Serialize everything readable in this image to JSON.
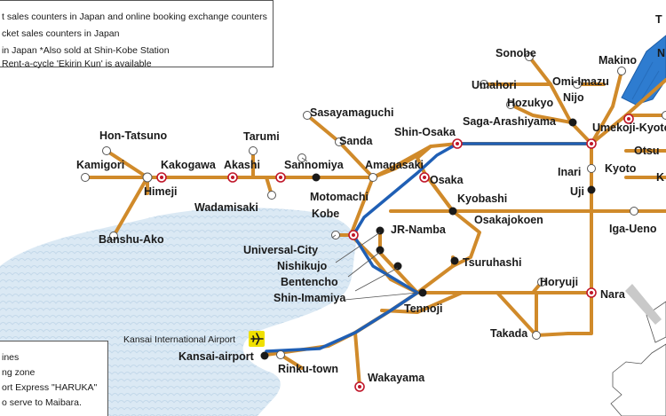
{
  "legend_top": {
    "line1": "t sales counters in Japan and online booking exchange counters",
    "line2": "cket sales counters in Japan",
    "line3": "in Japan  *Also sold at Shin-Kobe Station",
    "line4": "Rent-a-cycle 'Ekirin Kun' is available"
  },
  "legend_bottom": {
    "line1": "ines",
    "line2": "ng zone",
    "line3": "ort Express \"HARUKA\"",
    "line4": "o serve to Maibara."
  },
  "stations": {
    "hon_tatsuno": "Hon-Tatsuno",
    "kamigori": "Kamigori",
    "kakogawa": "Kakogawa",
    "akashi": "Akashi",
    "tarumi": "Tarumi",
    "sannomiya": "Sannomiya",
    "himeji": "Himeji",
    "wadamisaki": "Wadamisaki",
    "motomachi": "Motomachi",
    "kobe": "Kobe",
    "banshu_ako": "Banshu-Ako",
    "sasayamaguchi": "Sasayamaguchi",
    "sanda": "Sanda",
    "amagasaki": "Amagasaki",
    "shin_osaka": "Shin-Osaka",
    "osaka": "Osaka",
    "kyobashi": "Kyobashi",
    "osakajokoen": "Osakajokoen",
    "jr_namba": "JR-Namba",
    "universal_city": "Universal-City",
    "nishikujo": "Nishikujo",
    "bentencho": "Bentencho",
    "shin_imamiya": "Shin-Imamiya",
    "tsuruhashi": "Tsuruhashi",
    "tennoji": "Tennoji",
    "sonobe": "Sonobe",
    "umahori": "Umahori",
    "hozukyo": "Hozukyo",
    "omi_imazu": "Omi-Imazu",
    "nijo": "Nijo",
    "saga_arashiyama": "Saga-Arashiyama",
    "makino": "Makino",
    "umekoji_kyoto": "Umekoji-Kyoto",
    "inari": "Inari",
    "kyoto": "Kyoto",
    "otsu": "Otsu",
    "uji": "Uji",
    "iga_ueno": "Iga-Ueno",
    "horyuji": "Horyuji",
    "nara": "Nara",
    "takada": "Takada",
    "kansai_airport": "Kansai-airport",
    "rinku_town": "Rinku-town",
    "wakayama": "Wakayama",
    "cut_t": "T",
    "cut_n": "N",
    "cut_k": "K"
  },
  "airport_label": "Kansai International Airport",
  "colors": {
    "jr_line": "#d08a2a",
    "haruka_line": "#1f5fb5",
    "sea": "#dbe9f4",
    "lake": "#2e7cd0",
    "land": "#ffffff",
    "star_marker": "#c0172a",
    "airport_marker": "#f0e000"
  },
  "icons": [
    "airplane-icon",
    "star-marker-icon",
    "station-dot-icon"
  ]
}
